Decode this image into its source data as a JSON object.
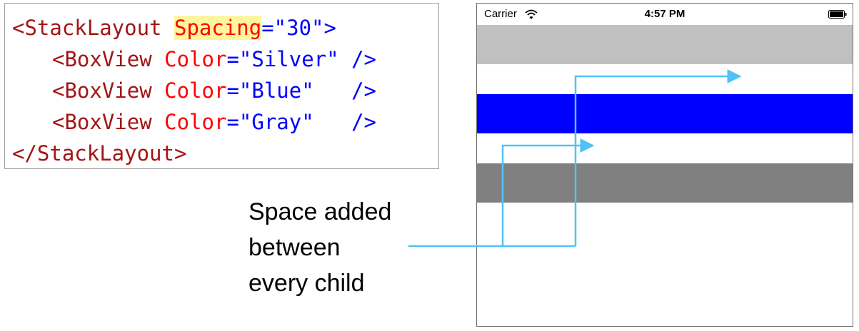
{
  "code": {
    "line1": {
      "open": "<StackLayout ",
      "attr": "Spacing",
      "eq": "=",
      "value": "\"30\"",
      "close": ">"
    },
    "line2": {
      "open": "<BoxView ",
      "attr": "Color",
      "eq": "=",
      "value": "\"Silver\"",
      "close": " />"
    },
    "line3": {
      "open": "<BoxView ",
      "attr": "Color",
      "eq": "=",
      "value": "\"Blue\"",
      "close": "   />"
    },
    "line4": {
      "open": "<BoxView ",
      "attr": "Color",
      "eq": "=",
      "value": "\"Gray\"",
      "close": "   />"
    },
    "line5": {
      "open": "</StackLayout>"
    }
  },
  "phone": {
    "carrier": "Carrier",
    "time": "4:57 PM",
    "boxes": [
      {
        "color": "#c0c0c0"
      },
      {
        "color": "#0000ff"
      },
      {
        "color": "#808080"
      }
    ]
  },
  "caption": {
    "line1": "Space added",
    "line2": "between",
    "line3": "every child"
  },
  "colors": {
    "connector": "#4fc3f7",
    "code_tag": "#a31515",
    "code_attr": "#ff0000",
    "code_string": "#0000ff",
    "highlight": "#fff59d"
  }
}
